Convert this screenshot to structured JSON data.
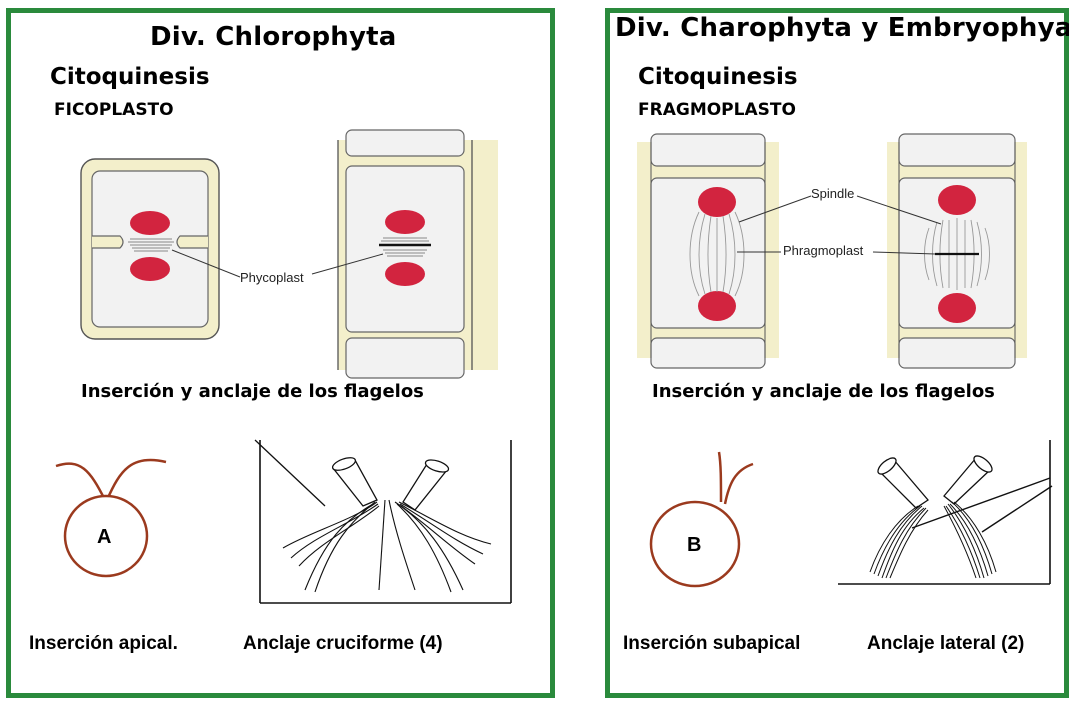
{
  "colors": {
    "frame_green": "#2a8a3c",
    "nucleus_red": "#d2243f",
    "flagellum_brown": "#9b3a1e",
    "cell_wall_yellow": "#f3efcb"
  },
  "left": {
    "title": "Div.  Chlorophyta",
    "subtitle": "Citoquinesis",
    "subtitle2": "FICOPLASTO",
    "figure_label": "Phycoplast",
    "section_title": "Inserción y anclaje de los flagelos",
    "cell_letter": "A",
    "caption_left": "Inserción apical.",
    "caption_right": "Anclaje cruciforme (4)"
  },
  "right": {
    "title": "Div.  Charophyta y Embryophya",
    "subtitle": "Citoquinesis",
    "subtitle2": "FRAGMOPLASTO",
    "spindle_label": "Spindle",
    "phragmoplast_label": "Phragmoplast",
    "section_title": "Inserción y anclaje de los flagelos",
    "cell_letter": "B",
    "caption_left": "Inserción subapical",
    "caption_right": "Anclaje lateral (2)"
  }
}
